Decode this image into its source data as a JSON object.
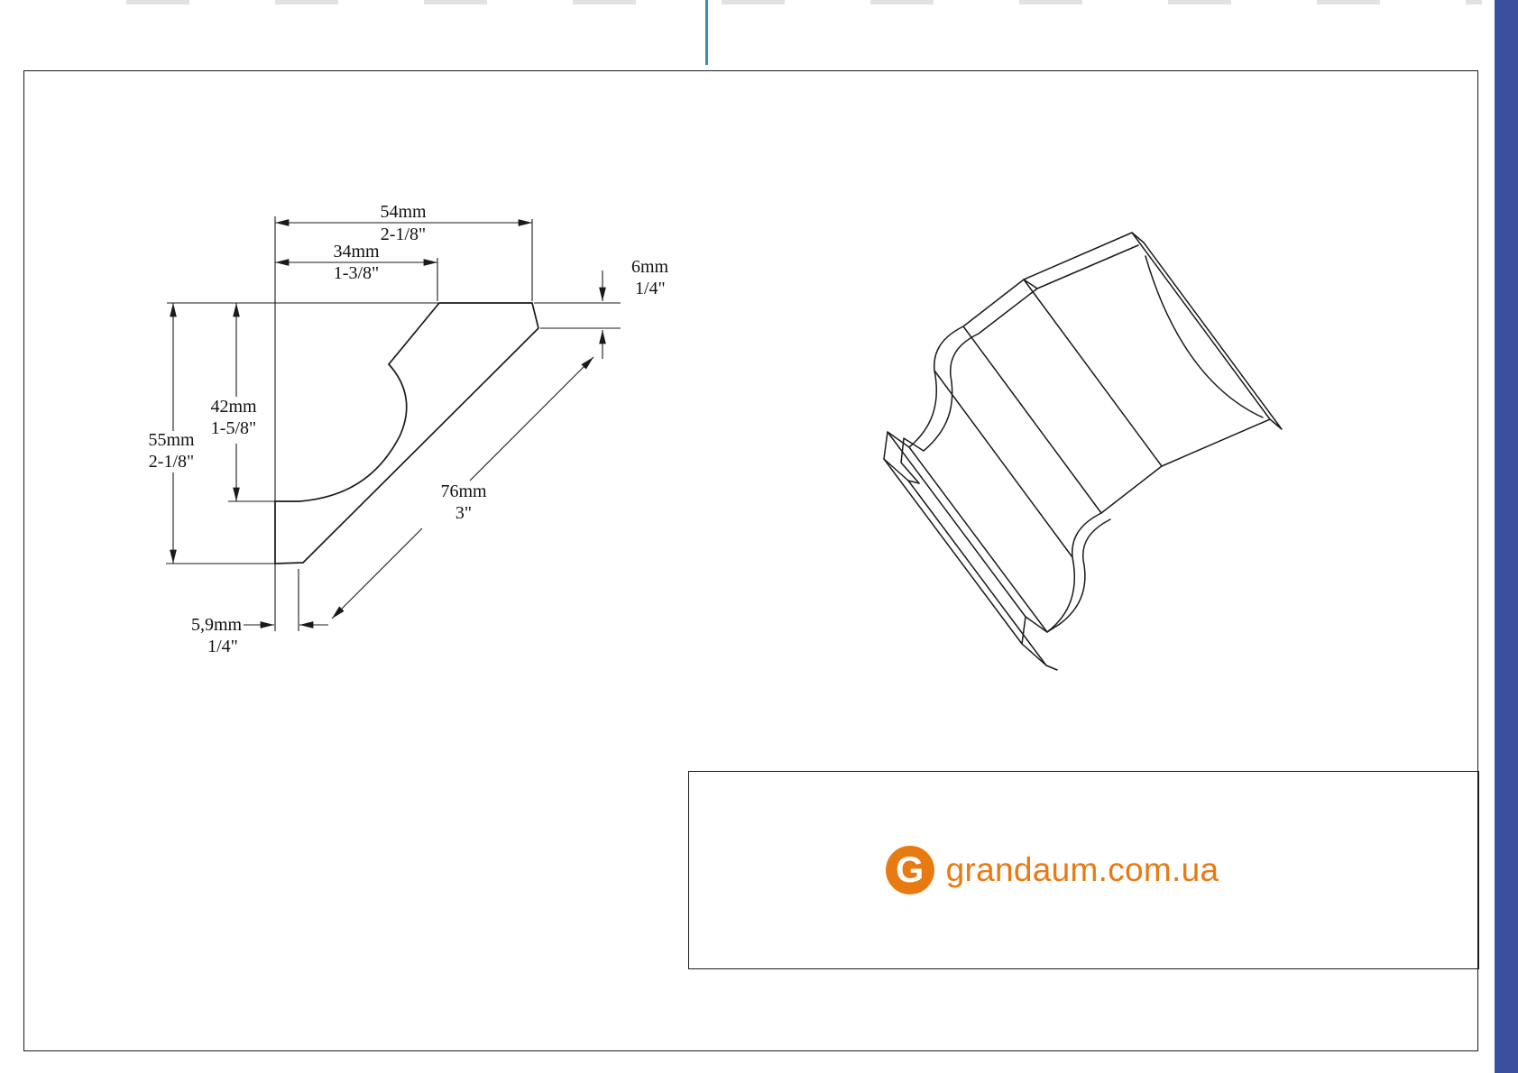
{
  "colors": {
    "accent_bar": "#3c4f9e",
    "top_tick": "#2d93a8",
    "brand_orange": "#e87a12",
    "line": "#1a1a1a"
  },
  "profile_2d": {
    "dims": {
      "top_width_mm": "54mm",
      "top_width_in": "2-1/8\"",
      "inner_width_mm": "34mm",
      "inner_width_in": "1-3/8\"",
      "top_thickness_mm": "6mm",
      "top_thickness_in": "1/4\"",
      "inner_height_mm": "42mm",
      "inner_height_in": "1-5/8\"",
      "total_height_mm": "55mm",
      "total_height_in": "2-1/8\"",
      "face_length_mm": "76mm",
      "face_length_in": "3\"",
      "bottom_thickness_mm": "5,9mm",
      "bottom_thickness_in": "1/4\""
    }
  },
  "footer": {
    "logo_letter": "G",
    "website": "grandaum.com.ua"
  }
}
